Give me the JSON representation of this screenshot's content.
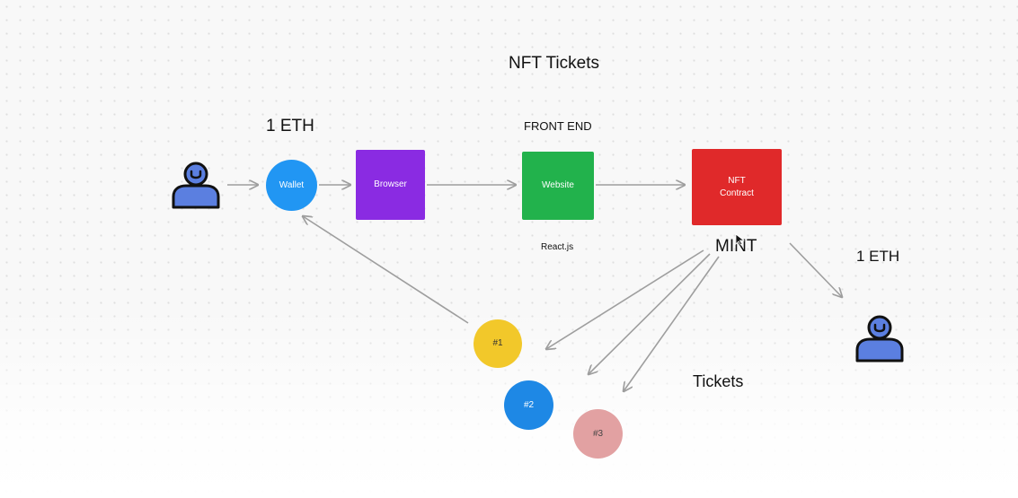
{
  "diagram": {
    "title": "NFT Tickets",
    "price_top": "1 ETH",
    "front_end_label": "FRONT END",
    "framework_label": "React.js",
    "mint_label": "MINT",
    "price_right": "1 ETH",
    "tickets_label": "Tickets",
    "nodes": {
      "wallet": "Wallet",
      "browser": "Browser",
      "website": "Website",
      "contract_line1": "NFT",
      "contract_line2": "Contract"
    },
    "tickets": [
      "#1",
      "#2",
      "#3"
    ]
  },
  "colors": {
    "wallet": "#2196f3",
    "browser": "#8a2be2",
    "website": "#22b24c",
    "contract": "#e0292a",
    "ticket1": "#f2c82a",
    "ticket2": "#1e88e5",
    "ticket3": "#e2a1a2",
    "person": "#5b7fe0",
    "arrow": "#9e9e9e"
  },
  "icons": {
    "user": "person-icon",
    "cursor": "mouse-pointer-icon"
  }
}
